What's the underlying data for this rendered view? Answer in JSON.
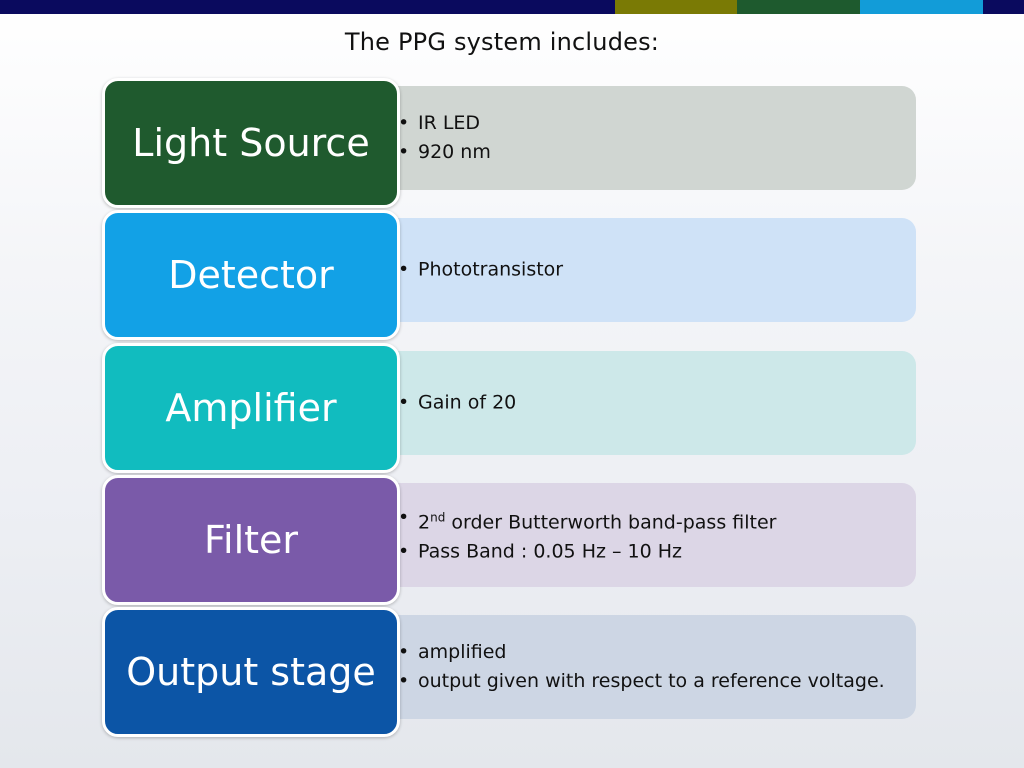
{
  "colors": {
    "bar_navy": "#0a0a5e",
    "bar_olive": "#7a7a05",
    "bar_green": "#1e5a2e",
    "bar_sky": "#129cd8",
    "bar_navy2": "#0a0a5e"
  },
  "title": "The PPG system includes:",
  "rows": [
    {
      "label": "Light Source",
      "label_color": "#1f5a2e",
      "panel_color": "#d0d6d2",
      "bullets": [
        "IR LED",
        "920 nm"
      ]
    },
    {
      "label": "Detector",
      "label_color": "#12a1e6",
      "panel_color": "#cfe2f7",
      "bullets": [
        "Phototransistor"
      ]
    },
    {
      "label": "Amplifier",
      "label_color": "#11bcbf",
      "panel_color": "#cde8e9",
      "bullets": [
        "Gain of 20"
      ]
    },
    {
      "label": "Filter",
      "label_color": "#7a5aa9",
      "panel_color": "#dcd6e6",
      "bullet_rich": {
        "pre": "2",
        "sup": "nd",
        "post": " order Butterworth band-pass filter"
      },
      "bullets": [
        "Pass Band : 0.05 Hz – 10 Hz"
      ]
    },
    {
      "label": "Output stage",
      "label_color": "#0c55a6",
      "panel_color": "#cdd6e4",
      "bullets": [
        "amplified",
        "output given with respect to a reference voltage."
      ]
    }
  ]
}
